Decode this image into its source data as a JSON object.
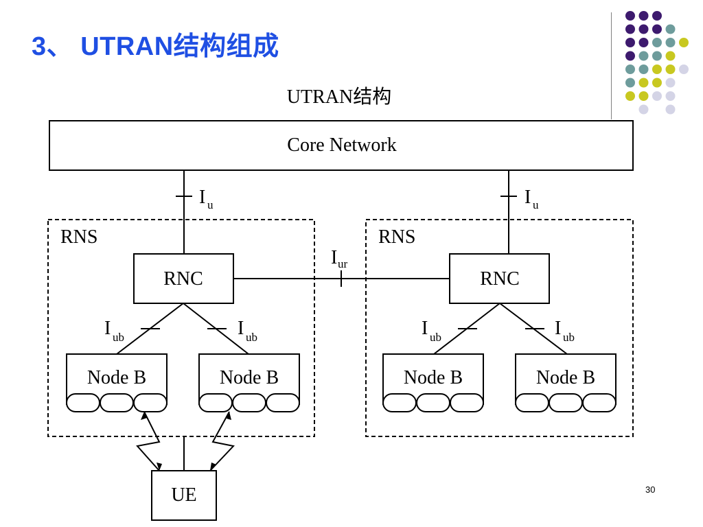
{
  "slide": {
    "title": "3、 UTRAN结构组成",
    "number": "30",
    "title_color": "#1f4fe3"
  },
  "diagram": {
    "caption": "UTRAN结构",
    "core_network": "Core Network",
    "iu_label": {
      "main": "I",
      "sub": "u"
    },
    "iur_label": {
      "main": "I",
      "sub": "ur"
    },
    "iub_label": {
      "main": "I",
      "sub": "ub"
    },
    "rns_label": "RNS",
    "rnc_label": "RNC",
    "nodeb_label": "Node B",
    "ue_label": "UE"
  },
  "decoration": {
    "dots": [
      [
        "#3d1a6e",
        "#3d1a6e",
        "#3d1a6e",
        null,
        null
      ],
      [
        "#3d1a6e",
        "#3d1a6e",
        "#3d1a6e",
        "#6e9c9c",
        null
      ],
      [
        "#3d1a6e",
        "#3d1a6e",
        "#6e9c9c",
        "#6e9c9c",
        "#c8c820"
      ],
      [
        "#3d1a6e",
        "#6e9c9c",
        "#6e9c9c",
        "#c8c820",
        null
      ],
      [
        "#6e9c9c",
        "#6e9c9c",
        "#c8c820",
        "#c8c820",
        "#d4d4e6"
      ],
      [
        "#6e9c9c",
        "#c8c820",
        "#c8c820",
        "#d4d4e6",
        null
      ],
      [
        "#c8c820",
        "#c8c820",
        "#d4d4e6",
        "#d4d4e6",
        null
      ],
      [
        null,
        "#d4d4e6",
        null,
        "#d4d4e6",
        null
      ]
    ]
  }
}
